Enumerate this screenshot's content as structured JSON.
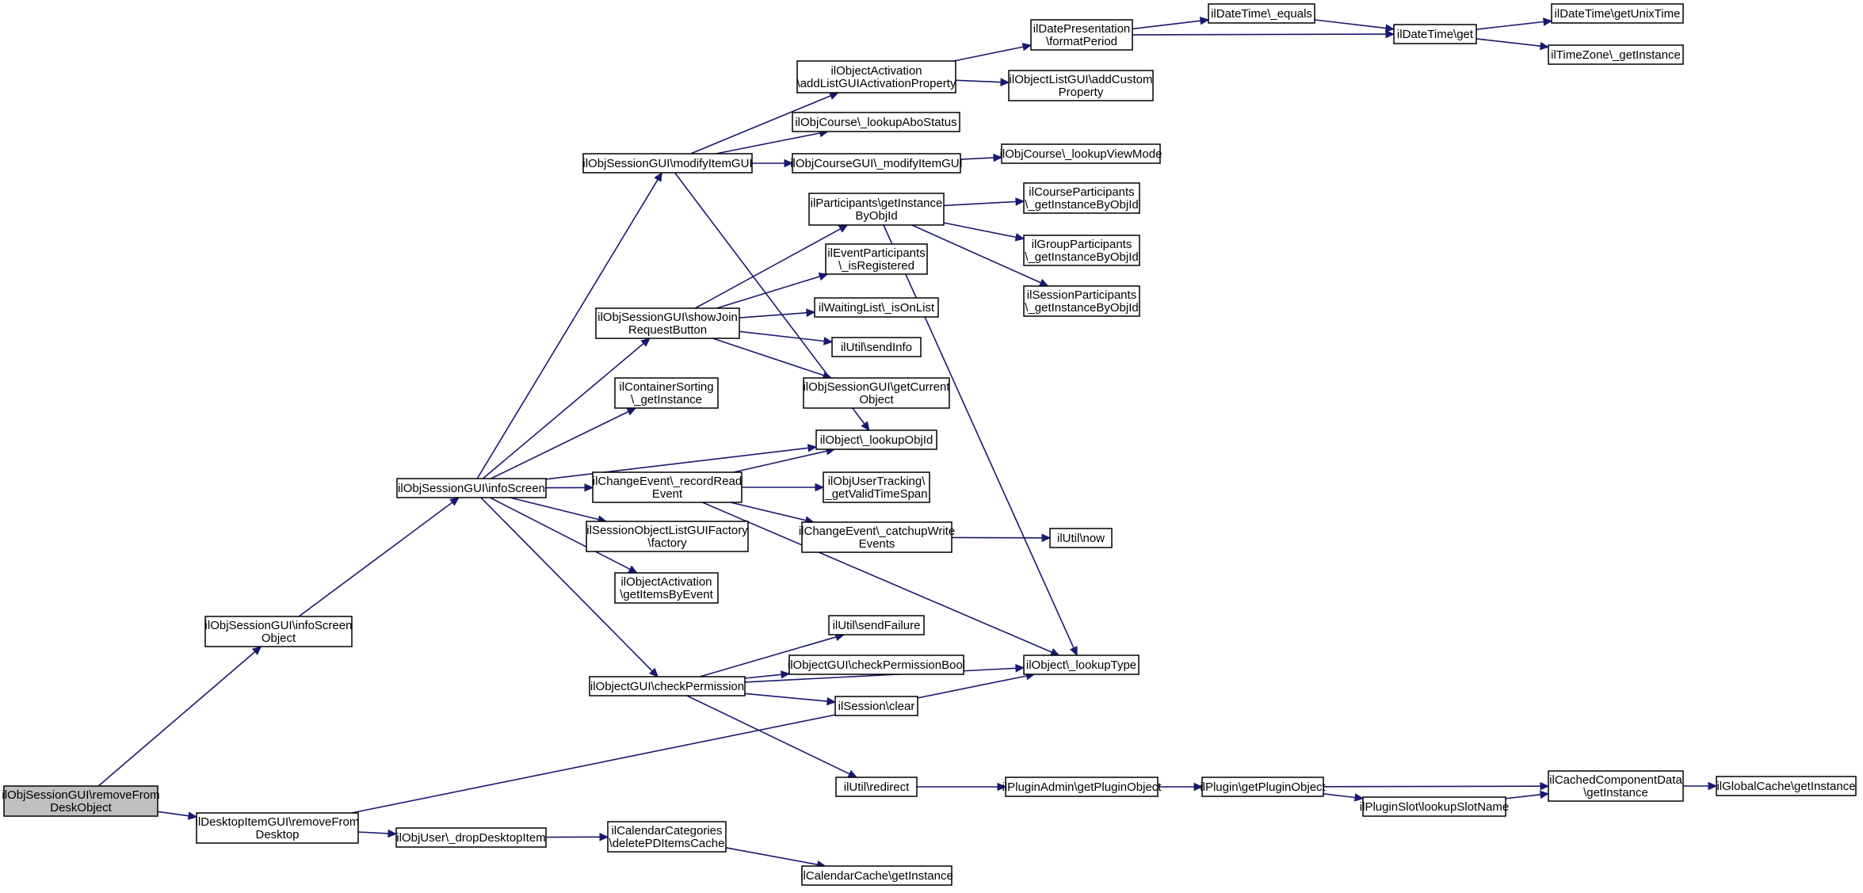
{
  "graph": {
    "nodes": [
      {
        "id": "n_root",
        "lines": [
          "ilObjSessionGUI\\removeFrom",
          "DeskObject"
        ],
        "root": true
      },
      {
        "id": "n_infoScreenObj",
        "lines": [
          "ilObjSessionGUI\\infoScreen",
          "Object"
        ]
      },
      {
        "id": "n_desktopRemove",
        "lines": [
          "ilDesktopItemGUI\\removeFrom",
          "Desktop"
        ]
      },
      {
        "id": "n_infoScreen",
        "lines": [
          "ilObjSessionGUI\\infoScreen"
        ]
      },
      {
        "id": "n_modifyItemGUI",
        "lines": [
          "ilObjSessionGUI\\modifyItemGUI"
        ]
      },
      {
        "id": "n_showJoin",
        "lines": [
          "ilObjSessionGUI\\showJoin",
          "RequestButton"
        ]
      },
      {
        "id": "n_containerSorting",
        "lines": [
          "ilContainerSorting",
          "\\_getInstance"
        ]
      },
      {
        "id": "n_recordRead",
        "lines": [
          "ilChangeEvent\\_recordRead",
          "Event"
        ]
      },
      {
        "id": "n_sessionListFactory",
        "lines": [
          "ilSessionObjectListGUIFactory",
          "\\factory"
        ]
      },
      {
        "id": "n_getItemsByEvent",
        "lines": [
          "ilObjectActivation",
          "\\getItemsByEvent"
        ]
      },
      {
        "id": "n_checkPermission",
        "lines": [
          "ilObjectGUI\\checkPermission"
        ]
      },
      {
        "id": "n_dropDesktop",
        "lines": [
          "ilObjUser\\_dropDesktopItem"
        ]
      },
      {
        "id": "n_calCategories",
        "lines": [
          "ilCalendarCategories",
          "\\deletePDItemsCache"
        ]
      },
      {
        "id": "n_calCache",
        "lines": [
          "ilCalendarCache\\getInstance"
        ]
      },
      {
        "id": "n_addListGUIAct",
        "lines": [
          "ilObjectActivation",
          "\\addListGUIActivationProperty"
        ]
      },
      {
        "id": "n_lookupAboStatus",
        "lines": [
          "ilObjCourse\\_lookupAboStatus"
        ]
      },
      {
        "id": "n_courseModify",
        "lines": [
          "ilObjCourseGUI\\_modifyItemGUI"
        ]
      },
      {
        "id": "n_participants",
        "lines": [
          "ilParticipants\\getInstance",
          "ByObjId"
        ]
      },
      {
        "id": "n_eventParticipants",
        "lines": [
          "ilEventParticipants",
          "\\_isRegistered"
        ]
      },
      {
        "id": "n_waitingList",
        "lines": [
          "ilWaitingList\\_isOnList"
        ]
      },
      {
        "id": "n_sendInfo",
        "lines": [
          "ilUtil\\sendInfo"
        ]
      },
      {
        "id": "n_getCurrentObject",
        "lines": [
          "ilObjSessionGUI\\getCurrent",
          "Object"
        ]
      },
      {
        "id": "n_lookupObjId",
        "lines": [
          "ilObject\\_lookupObjId"
        ]
      },
      {
        "id": "n_userTracking",
        "lines": [
          "ilObjUserTracking\\",
          "_getValidTimeSpan"
        ]
      },
      {
        "id": "n_catchupWrite",
        "lines": [
          "ilChangeEvent\\_catchupWrite",
          "Events"
        ]
      },
      {
        "id": "n_sendFailure",
        "lines": [
          "ilUtil\\sendFailure"
        ]
      },
      {
        "id": "n_checkPermBool",
        "lines": [
          "ilObjectGUI\\checkPermissionBool"
        ]
      },
      {
        "id": "n_sessionClear",
        "lines": [
          "ilSession\\clear"
        ]
      },
      {
        "id": "n_redirect",
        "lines": [
          "ilUtil\\redirect"
        ]
      },
      {
        "id": "n_datePresentation",
        "lines": [
          "ilDatePresentation",
          "\\formatPeriod"
        ]
      },
      {
        "id": "n_addCustomProperty",
        "lines": [
          "ilObjectListGUI\\addCustom",
          "Property"
        ]
      },
      {
        "id": "n_lookupViewMode",
        "lines": [
          "ilObjCourse\\_lookupViewMode"
        ]
      },
      {
        "id": "n_courseParticipants",
        "lines": [
          "ilCourseParticipants",
          "\\_getInstanceByObjId"
        ]
      },
      {
        "id": "n_groupParticipants",
        "lines": [
          "ilGroupParticipants",
          "\\_getInstanceByObjId"
        ]
      },
      {
        "id": "n_sessionParticipants",
        "lines": [
          "ilSessionParticipants",
          "\\_getInstanceByObjId"
        ]
      },
      {
        "id": "n_utilNow",
        "lines": [
          "ilUtil\\now"
        ]
      },
      {
        "id": "n_lookupType",
        "lines": [
          "ilObject\\_lookupType"
        ]
      },
      {
        "id": "n_pluginAdmin",
        "lines": [
          "ilPluginAdmin\\getPluginObject"
        ]
      },
      {
        "id": "n_pluginGet",
        "lines": [
          "ilPlugin\\getPluginObject"
        ]
      },
      {
        "id": "n_pluginSlot",
        "lines": [
          "ilPluginSlot\\lookupSlotName"
        ]
      },
      {
        "id": "n_cachedComponent",
        "lines": [
          "ilCachedComponentData",
          "\\getInstance"
        ]
      },
      {
        "id": "n_globalCache",
        "lines": [
          "ilGlobalCache\\getInstance"
        ]
      },
      {
        "id": "n_dtEquals",
        "lines": [
          "ilDateTime\\_equals"
        ]
      },
      {
        "id": "n_dtGet",
        "lines": [
          "ilDateTime\\get"
        ]
      },
      {
        "id": "n_unixTime",
        "lines": [
          "ilDateTime\\getUnixTime"
        ]
      },
      {
        "id": "n_tzInstance",
        "lines": [
          "ilTimeZone\\_getInstance"
        ]
      }
    ],
    "edges": [
      [
        "n_root",
        "n_infoScreenObj"
      ],
      [
        "n_root",
        "n_desktopRemove"
      ],
      [
        "n_infoScreenObj",
        "n_infoScreen"
      ],
      [
        "n_infoScreen",
        "n_modifyItemGUI"
      ],
      [
        "n_infoScreen",
        "n_showJoin"
      ],
      [
        "n_infoScreen",
        "n_containerSorting"
      ],
      [
        "n_infoScreen",
        "n_lookupObjId"
      ],
      [
        "n_infoScreen",
        "n_recordRead"
      ],
      [
        "n_infoScreen",
        "n_sessionListFactory"
      ],
      [
        "n_infoScreen",
        "n_getItemsByEvent"
      ],
      [
        "n_infoScreen",
        "n_checkPermission"
      ],
      [
        "n_modifyItemGUI",
        "n_addListGUIAct"
      ],
      [
        "n_modifyItemGUI",
        "n_lookupAboStatus"
      ],
      [
        "n_modifyItemGUI",
        "n_courseModify"
      ],
      [
        "n_modifyItemGUI",
        "n_lookupObjId"
      ],
      [
        "n_addListGUIAct",
        "n_datePresentation"
      ],
      [
        "n_addListGUIAct",
        "n_addCustomProperty"
      ],
      [
        "n_datePresentation",
        "n_dtEquals"
      ],
      [
        "n_datePresentation",
        "n_dtGet"
      ],
      [
        "n_dtEquals",
        "n_dtGet"
      ],
      [
        "n_dtGet",
        "n_unixTime"
      ],
      [
        "n_dtGet",
        "n_tzInstance"
      ],
      [
        "n_courseModify",
        "n_lookupViewMode"
      ],
      [
        "n_showJoin",
        "n_participants"
      ],
      [
        "n_showJoin",
        "n_eventParticipants"
      ],
      [
        "n_showJoin",
        "n_waitingList"
      ],
      [
        "n_showJoin",
        "n_sendInfo"
      ],
      [
        "n_showJoin",
        "n_getCurrentObject"
      ],
      [
        "n_participants",
        "n_courseParticipants"
      ],
      [
        "n_participants",
        "n_groupParticipants"
      ],
      [
        "n_participants",
        "n_sessionParticipants"
      ],
      [
        "n_participants",
        "n_lookupType"
      ],
      [
        "n_recordRead",
        "n_lookupObjId"
      ],
      [
        "n_recordRead",
        "n_userTracking"
      ],
      [
        "n_recordRead",
        "n_catchupWrite"
      ],
      [
        "n_recordRead",
        "n_lookupType"
      ],
      [
        "n_catchupWrite",
        "n_utilNow"
      ],
      [
        "n_checkPermission",
        "n_sendFailure"
      ],
      [
        "n_checkPermission",
        "n_checkPermBool"
      ],
      [
        "n_checkPermission",
        "n_sessionClear"
      ],
      [
        "n_checkPermission",
        "n_lookupType"
      ],
      [
        "n_checkPermission",
        "n_redirect"
      ],
      [
        "n_redirect",
        "n_pluginAdmin"
      ],
      [
        "n_pluginAdmin",
        "n_pluginGet"
      ],
      [
        "n_pluginGet",
        "n_cachedComponent"
      ],
      [
        "n_pluginGet",
        "n_pluginSlot"
      ],
      [
        "n_pluginSlot",
        "n_cachedComponent"
      ],
      [
        "n_cachedComponent",
        "n_globalCache"
      ],
      [
        "n_desktopRemove",
        "n_lookupType"
      ],
      [
        "n_desktopRemove",
        "n_dropDesktop"
      ],
      [
        "n_dropDesktop",
        "n_calCategories"
      ],
      [
        "n_calCategories",
        "n_calCache"
      ]
    ]
  }
}
